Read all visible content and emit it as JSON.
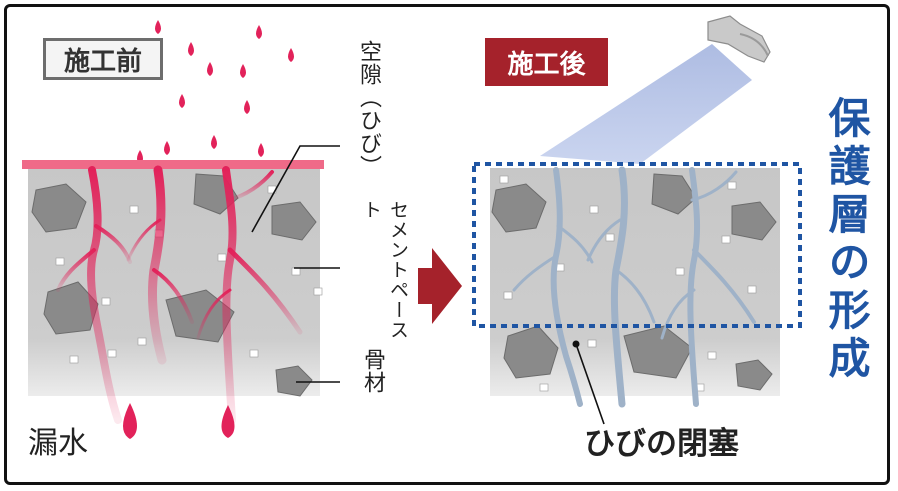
{
  "labels": {
    "before": "施工前",
    "after": "施工後",
    "void_crack": "空隙（ひび）",
    "cement_paste": "セメントペースト",
    "aggregate": "骨材",
    "water_leak": "漏水",
    "protective_layer": "保護層の形成",
    "crack_closure": "ひびの閉塞"
  },
  "colors": {
    "accent_red": "#a5222b",
    "leak_pink": "#e2225a",
    "protect_blue": "#1f55a3",
    "concrete_gray": "#c8c8c8"
  },
  "icons": {
    "arrow": "arrow-right-icon",
    "sprayer": "spray-bottle-icon"
  }
}
